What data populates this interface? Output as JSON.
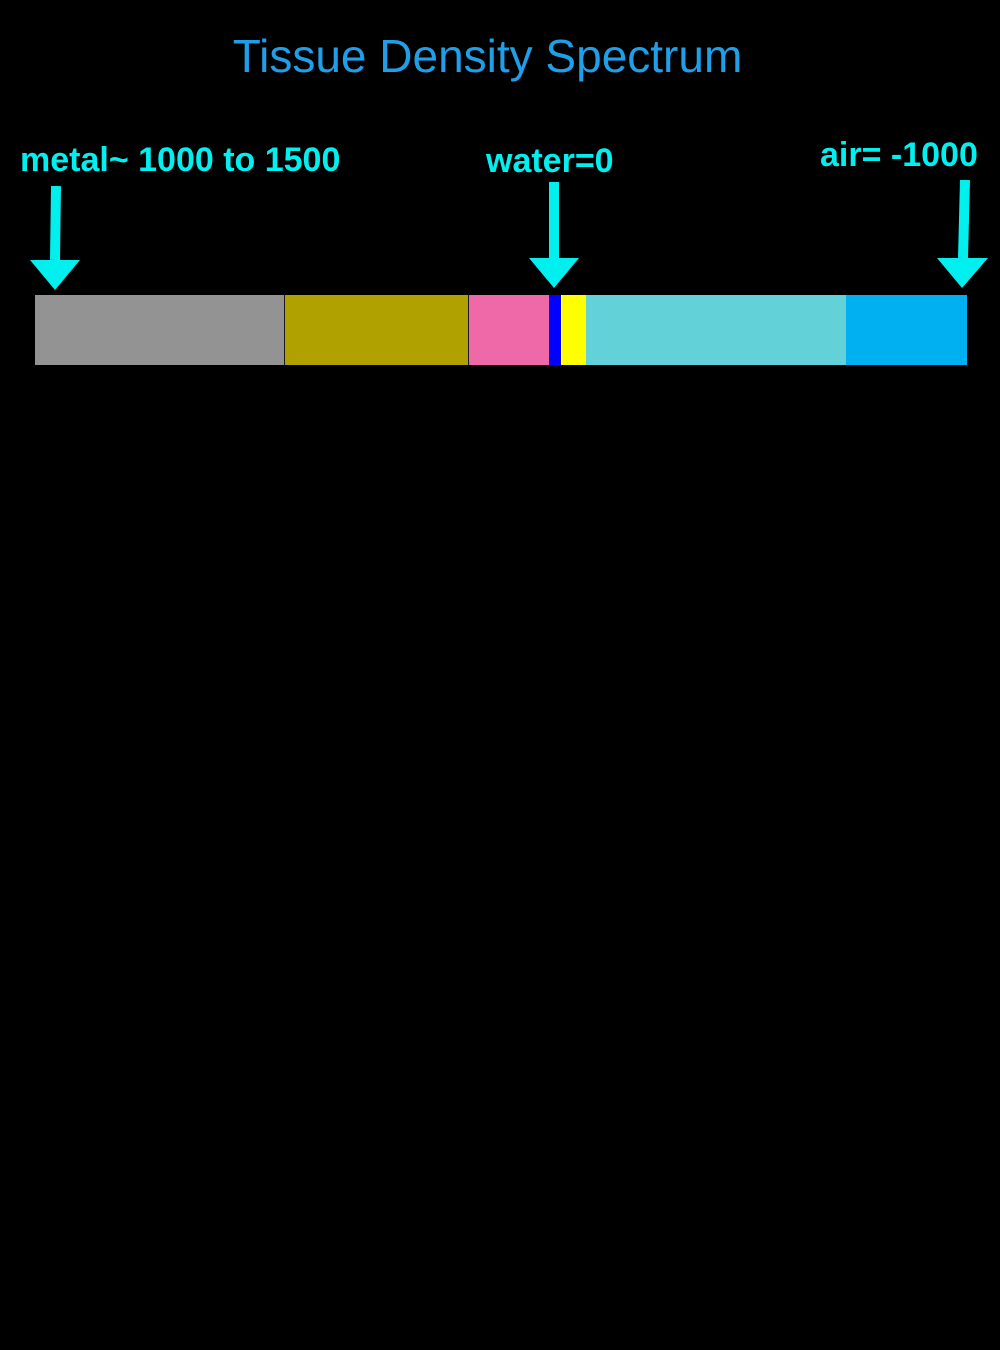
{
  "title": "Tissue Density Spectrum",
  "colors": {
    "background": "#000000",
    "title": "#1f9fe8",
    "markers": "#00f0f0",
    "segment_border": "#1a1a1a"
  },
  "markers": {
    "metal": {
      "label": "metal~ 1000 to 1500",
      "icon": "down-arrow-icon"
    },
    "water": {
      "label": "water=0",
      "icon": "down-arrow-icon"
    },
    "air": {
      "label": "air= -1000",
      "icon": "down-arrow-icon"
    }
  },
  "spectrum": [
    {
      "id": "gray",
      "color": "#939393",
      "fraction": 0.267
    },
    {
      "id": "olive",
      "color": "#b0a000",
      "fraction": 0.198
    },
    {
      "id": "pink",
      "color": "#ef68a8",
      "fraction": 0.087
    },
    {
      "id": "blue",
      "color": "#0000ff",
      "fraction": 0.012
    },
    {
      "id": "white-gap",
      "color": "#ffffff",
      "fraction": 0.001
    },
    {
      "id": "yellow",
      "color": "#ffff00",
      "fraction": 0.026
    },
    {
      "id": "light-cyan",
      "color": "#62d2d8",
      "fraction": 0.279
    },
    {
      "id": "sky-blue",
      "color": "#00b0f0",
      "fraction": 0.13
    }
  ]
}
